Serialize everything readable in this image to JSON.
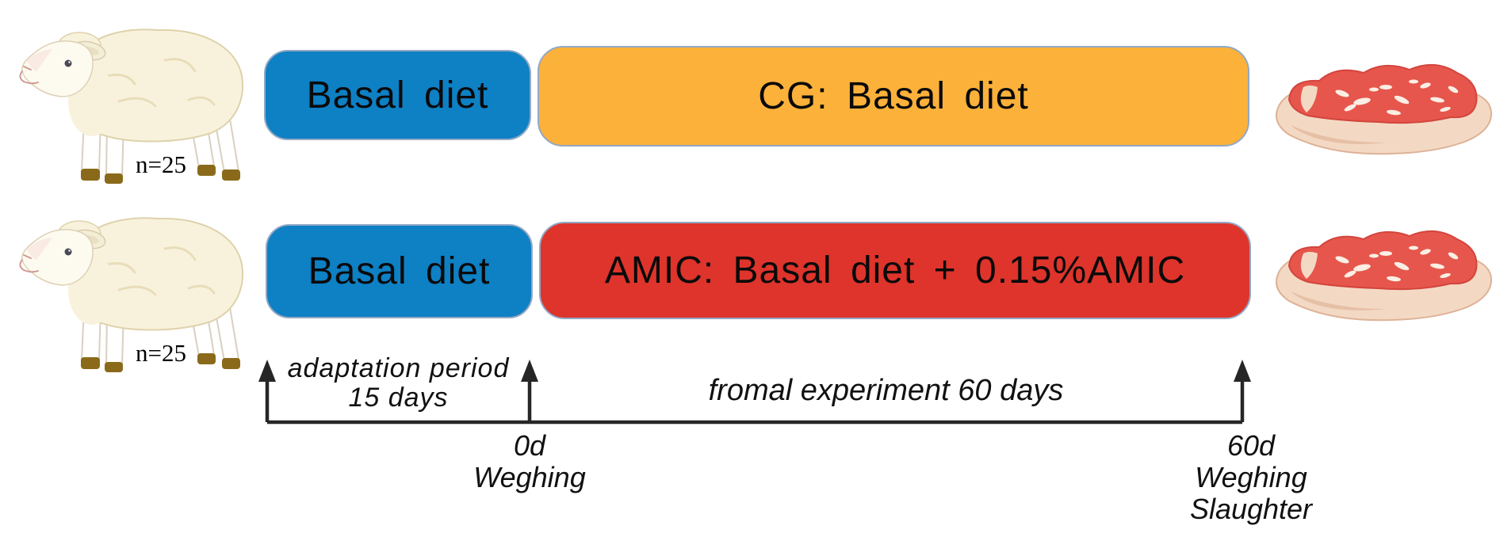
{
  "figure_name": "sheep-feeding-trial-design",
  "colors": {
    "blue": "#0e80c4",
    "orange": "#fcb13a",
    "red": "#de342b",
    "box_border": "#92a8c4",
    "timeline_line": "#262626"
  },
  "icons": {
    "sheep": "sheep-illustration",
    "meat": "meat-steak-illustration"
  },
  "groups": [
    {
      "name": "CG",
      "sheep_label": "n=25",
      "pre_box_label": "Basal diet",
      "main_box_label": "CG: Basal diet"
    },
    {
      "name": "AMIC",
      "sheep_label": "n=25",
      "pre_box_label": "Basal diet",
      "main_box_label": "AMIC: Basal diet + 0.15%AMIC"
    }
  ],
  "timeline": {
    "adaptation_line1": "adaptation period",
    "adaptation_line2": "15 days",
    "experiment_label": "fromal experiment 60 days",
    "tick_start": {
      "line1": "0d",
      "line2": "Weghing"
    },
    "tick_end": {
      "line1": "60d",
      "line2": "Weghing",
      "line3": "Slaughter"
    }
  }
}
